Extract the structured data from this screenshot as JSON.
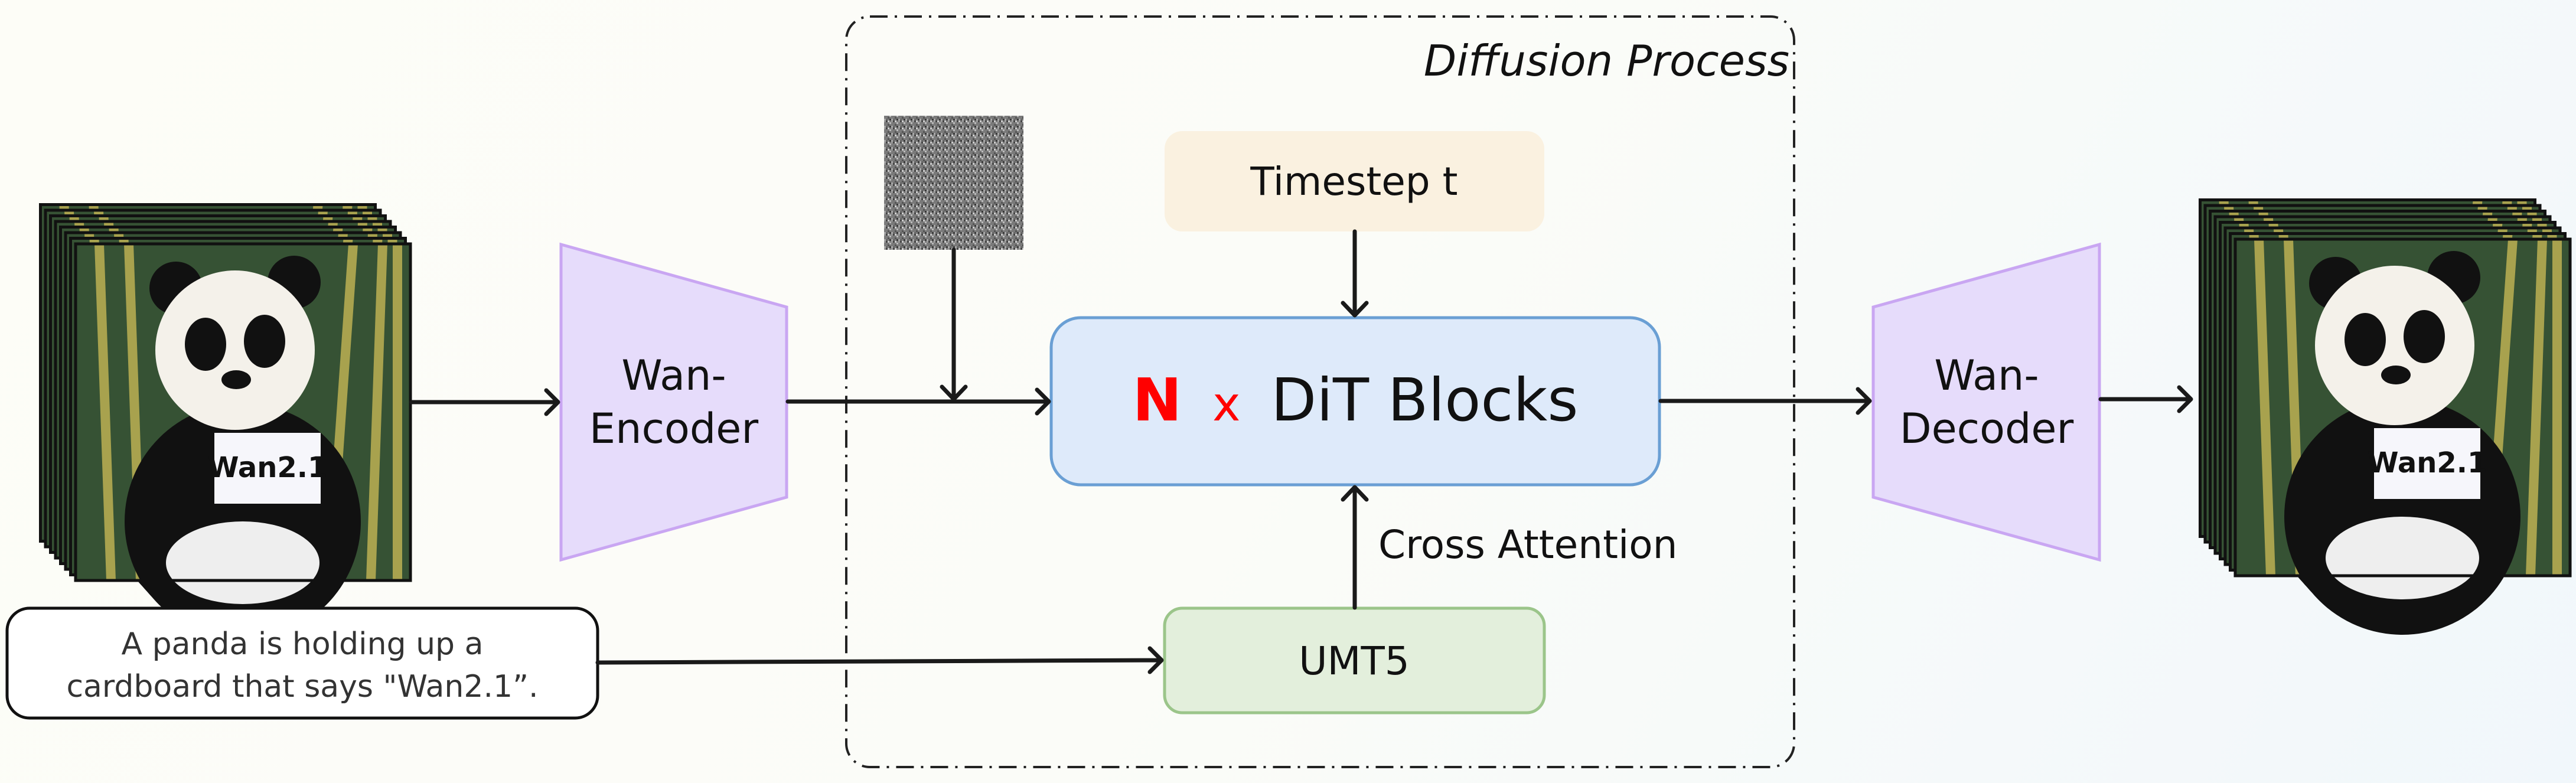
{
  "diagram": {
    "diffusion_label": "Diffusion Process",
    "encoder_label_line1": "Wan-",
    "encoder_label_line2": "Encoder",
    "decoder_label_line1": "Wan-",
    "decoder_label_line2": "Decoder",
    "timestep_label": "Timestep t",
    "dit_n": "N",
    "dit_x": "x",
    "dit_label": "DiT Blocks",
    "cross_attention_label": "Cross Attention",
    "umt5_label": "UMT5",
    "prompt_line1": "A panda is holding up a",
    "prompt_line2": "cardboard that says \"Wan2.1”.",
    "sign_text": "Wan2.1"
  },
  "colors": {
    "timestep_fill": "#faf1e0",
    "dit_fill": "#deeafa",
    "dit_border": "#6a9fd4",
    "umt5_fill": "#e3efdc",
    "umt5_border": "#9bc58a",
    "codec_fill": "#e6dcfb",
    "codec_border": "#c9a6f2",
    "n_highlight": "#ff0000"
  }
}
